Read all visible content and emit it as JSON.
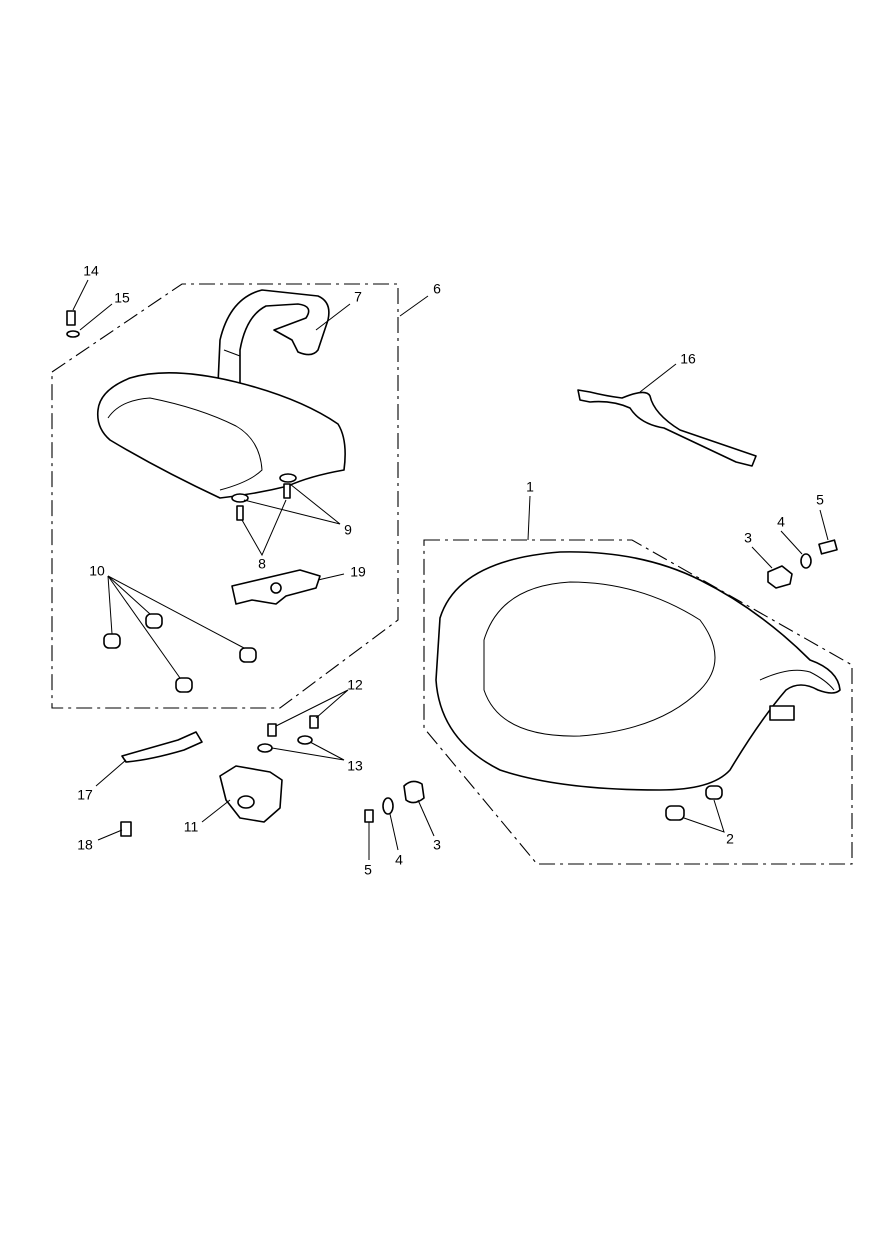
{
  "diagram": {
    "labels": {
      "p1": "1",
      "p2": "2",
      "p3a": "3",
      "p3b": "3",
      "p4a": "4",
      "p4b": "4",
      "p5a": "5",
      "p5b": "5",
      "p6": "6",
      "p7": "7",
      "p8": "8",
      "p9": "9",
      "p10": "10",
      "p11": "11",
      "p12": "12",
      "p13": "13",
      "p14": "14",
      "p15": "15",
      "p16": "16",
      "p17": "17",
      "p18": "18",
      "p19": "19"
    }
  }
}
